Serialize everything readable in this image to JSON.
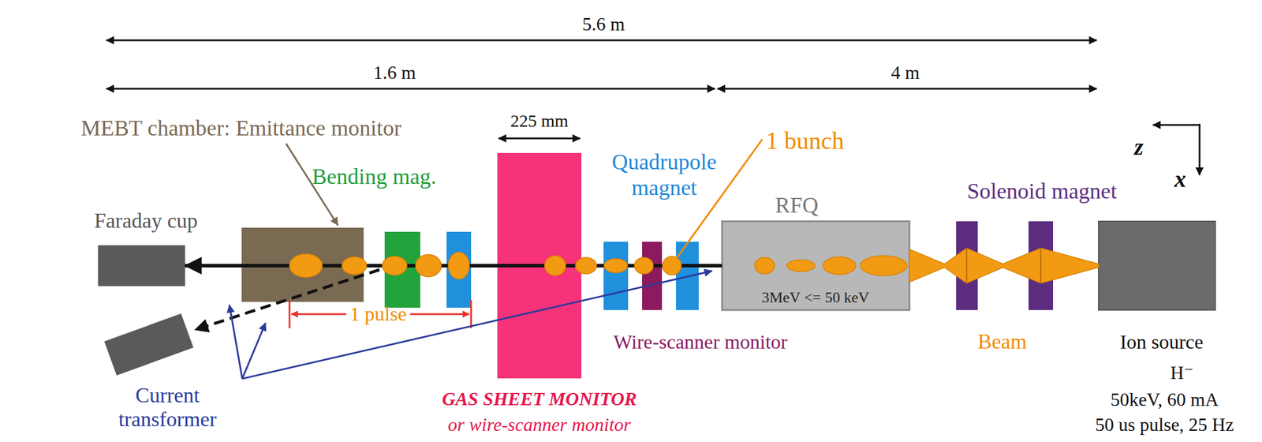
{
  "diagram": {
    "nodes": [
      {
        "text": [
          "Faraday cup"
        ]
      },
      {
        "text": [
          "Bending mag."
        ]
      },
      {
        "text": [
          "GAS SHEET MONITOR",
          "or wire-scanner monitor"
        ]
      },
      {
        "text": [
          "RFQ",
          "3MeV <= 50 keV"
        ]
      },
      {
        "text": [
          "Ion source",
          "H⁻",
          "50keV, 60 mA",
          "50 us pulse, 25 Hz"
        ]
      }
    ],
    "edges": [
      {
        "from": 3,
        "to": 0,
        "arrow": "to"
      }
    ],
    "labels": [
      "5.6 m",
      "1.6 m",
      "4 m",
      "MEBT chamber: Emittance monitor",
      "225 mm",
      "1 bunch",
      "Quadrupole magnet",
      "Solenoid magnet",
      "z",
      "x",
      "1 pulse",
      "Wire-scanner monitor",
      "Beam",
      "Current transformer"
    ]
  }
}
